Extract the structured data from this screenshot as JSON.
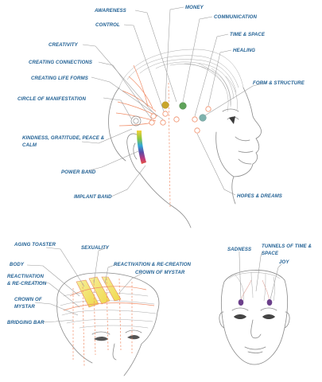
{
  "main_head_labels": {
    "awareness": "AWARENESS",
    "money": "MONEY",
    "control": "CONTROL",
    "communication": "COMMUNICATION",
    "creativity": "CREATIVITY",
    "time_space": "TIME & SPACE",
    "healing": "HEALING",
    "creating_connections": "CREATING CONNECTIONS",
    "creating_life_forms": "CREATING LIFE FORMS",
    "form_structure": "FORM & STRUCTURE",
    "circle_of_manifestation": "CIRCLE OF MANIFESTATION",
    "kindness_line1": "KINDNESS, GRATITUDE, PEACE &",
    "kindness_line2": "CALM",
    "power_band": "POWER BAND",
    "implant_band": "IMPLANT BAND",
    "hopes_dreams": "HOPES & DREAMS"
  },
  "top_head_labels": {
    "aging_toaster": "AGING TOASTER",
    "sexuality": "SEXUALITY",
    "body": "BODY",
    "reactivation_recreation_right": "REACTIVATION & RE-CREATION",
    "reactivation_line1": "REACTIVATION",
    "reactivation_line2": "& RE-CREATION",
    "crown_of_mystar_left_line1": "CROWN OF",
    "crown_of_mystar_left_line2": "MYSTAR",
    "crown_of_mystar_right": "CROWN OF MYSTAR",
    "bridging_bar": "BRIDGING BAR"
  },
  "front_face_labels": {
    "sadness": "SADNESS",
    "tunnels_line1": "TUNNELS OF TIME &",
    "tunnels_line2": "SPACE",
    "joy": "JOY"
  },
  "colors": {
    "label_text": "#1f5f93",
    "outline_stroke": "#8a8a8a",
    "point_orange": "#f08c66",
    "money_point": "#c9a52a",
    "communication_point": "#5fa35a",
    "form_structure_point": "#7fb2ad",
    "purple_point": "#6b3f8a",
    "band_yellow": "#f2e36a"
  }
}
